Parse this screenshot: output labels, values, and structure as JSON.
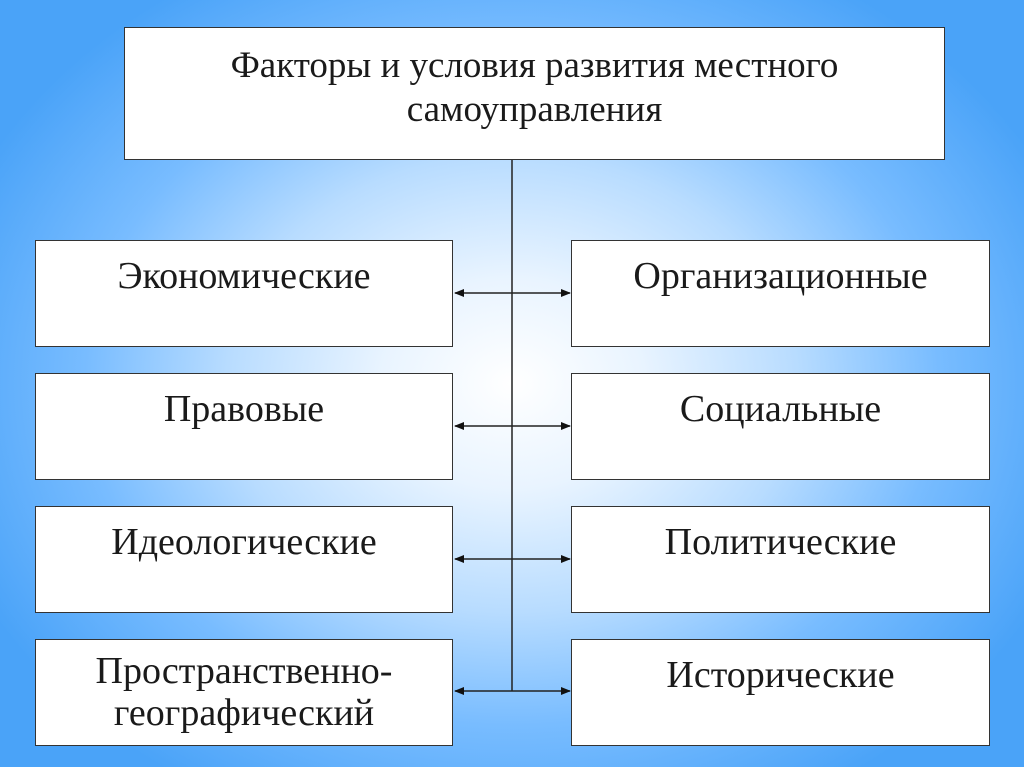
{
  "title": "Факторы и условия развития местного самоуправления",
  "left_factors": [
    "Экономические",
    "Правовые",
    "Идеологические",
    "Пространственно-географический"
  ],
  "right_factors": [
    "Организационные",
    "Социальные",
    "Политические",
    "Исторические"
  ]
}
